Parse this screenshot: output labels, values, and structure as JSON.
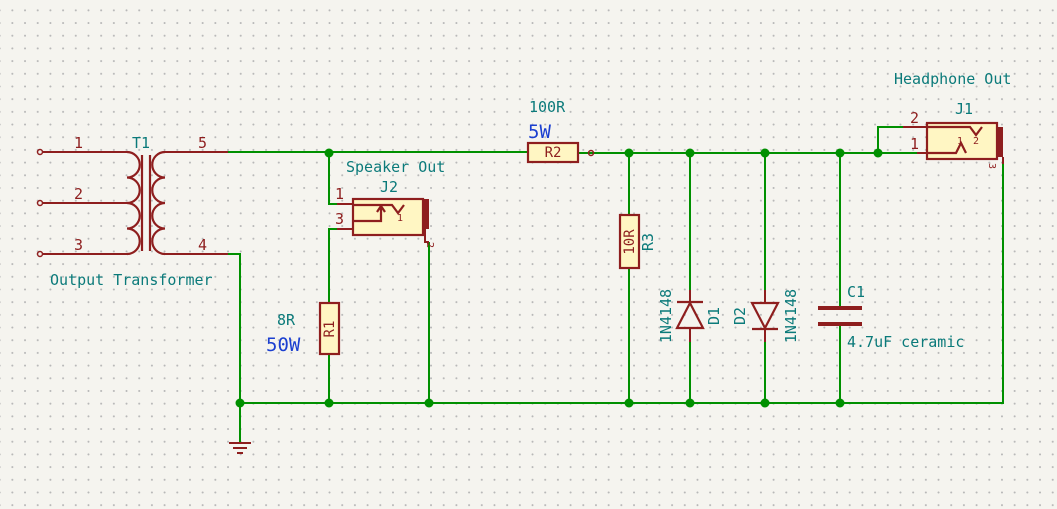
{
  "transformer": {
    "ref": "T1",
    "value": "Output Transformer",
    "pins": [
      "1",
      "2",
      "3",
      "5",
      "4"
    ]
  },
  "speaker_jack": {
    "ref": "J2",
    "value": "Speaker Out",
    "pins": [
      "1",
      "3"
    ],
    "inner_pins": [
      "1",
      "2"
    ]
  },
  "headphone_jack": {
    "ref": "J1",
    "value": "Headphone Out",
    "pins": [
      "2",
      "1"
    ],
    "inner_pins": [
      "1",
      "2",
      "3"
    ]
  },
  "r1": {
    "ref": "R1",
    "value": "8R",
    "power": "50W"
  },
  "r2": {
    "ref": "R2",
    "value": "100R",
    "power": "5W"
  },
  "r3": {
    "ref": "R3",
    "value": "10R"
  },
  "d1": {
    "ref": "D1",
    "value": "1N4148"
  },
  "d2": {
    "ref": "D2",
    "value": "1N4148"
  },
  "c1": {
    "ref": "C1",
    "value": "4.7uF ceramic"
  },
  "colors": {
    "wire": "#009000",
    "component": "#8e1e1e",
    "body_fill": "#fff6c3",
    "label": "#0b7a7a",
    "power_label": "#1b3fd0"
  }
}
